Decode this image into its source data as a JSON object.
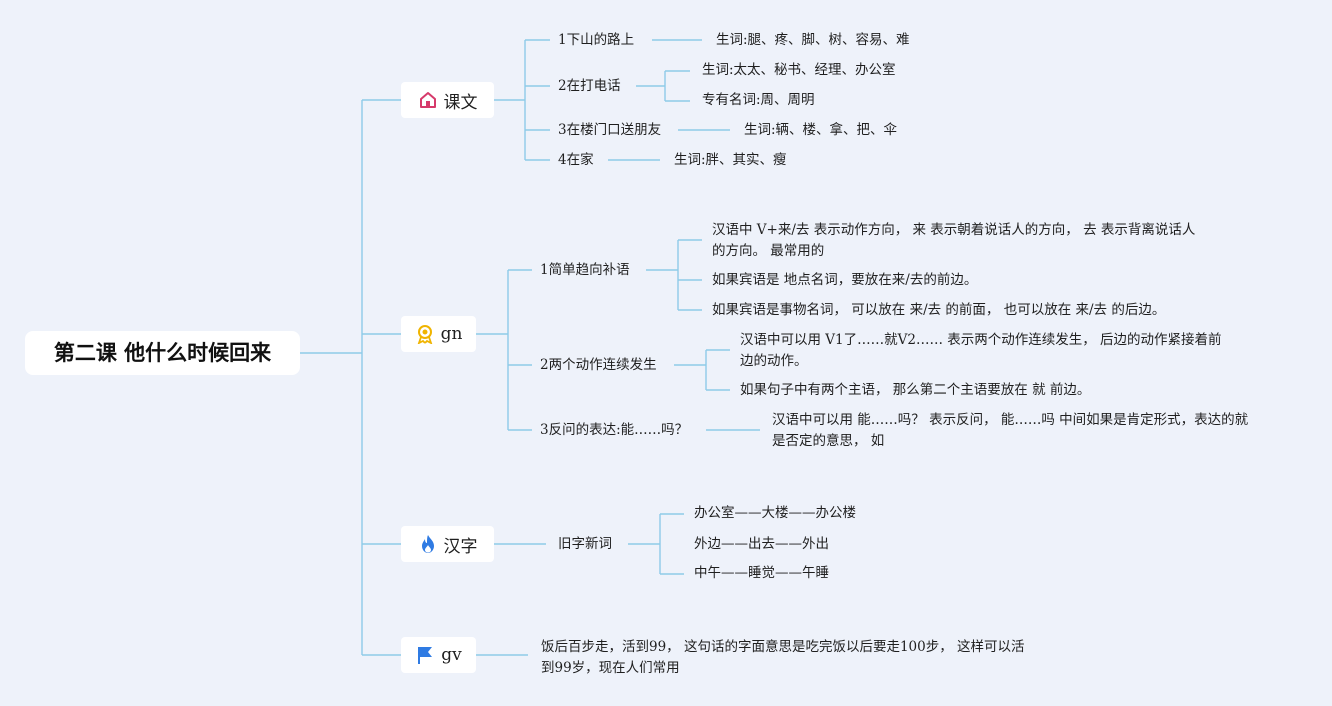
{
  "root": "第二课 他什么时候回来",
  "branches": {
    "kewen": {
      "label": "课文",
      "icon": "house-icon",
      "color": "#d63a6b"
    },
    "gn": {
      "label": "gn",
      "icon": "award-icon",
      "color": "#f0b400"
    },
    "hanzi": {
      "label": "汉字",
      "icon": "flame-icon",
      "color": "#2f7be3"
    },
    "gv": {
      "label": "gv",
      "icon": "flag-icon",
      "color": "#2f7be3"
    }
  },
  "kewen": {
    "s1": "1下山的路上",
    "s1_leaf": "生词:腿、疼、脚、树、容易、难",
    "s2": "2在打电话",
    "s2_leaf1": "生词:太太、秘书、经理、办公室",
    "s2_leaf2": "专有名词:周、周明",
    "s3": "3在楼门口送朋友",
    "s3_leaf": "生词:辆、楼、拿、把、伞",
    "s4": "4在家",
    "s4_leaf": "生词:胖、其实、瘦"
  },
  "gn": {
    "s1": "1简单趋向补语",
    "s1_l1a": "汉语中 V+来/去 表示动作方向， 来 表示朝着说话人的方向， 去 表示背离说话人",
    "s1_l1b": "的方向。 最常用的",
    "s1_l2": "如果宾语是 地点名词，要放在来/去的前边。",
    "s1_l3": "如果宾语是事物名词， 可以放在 来/去 的前面， 也可以放在 来/去 的后边。",
    "s2": "2两个动作连续发生",
    "s2_l1a": "汉语中可以用 V1了……就V2…… 表示两个动作连续发生， 后边的动作紧接着前",
    "s2_l1b": "边的动作。",
    "s2_l2": "如果句子中有两个主语， 那么第二个主语要放在 就 前边。",
    "s3": "3反问的表达:能……吗？",
    "s3_l1a": "汉语中可以用 能……吗？ 表示反问， 能……吗 中间如果是肯定形式，表达的就",
    "s3_l1b": "是否定的意思， 如"
  },
  "hanzi": {
    "s1": "旧字新词",
    "l1": "办公室——大楼——办公楼",
    "l2": "外边——出去——外出",
    "l3": "中午——睡觉——午睡"
  },
  "gv": {
    "l1a": "饭后百步走，活到99， 这句话的字面意思是吃完饭以后要走100步， 这样可以活",
    "l1b": "到99岁，现在人们常用"
  }
}
